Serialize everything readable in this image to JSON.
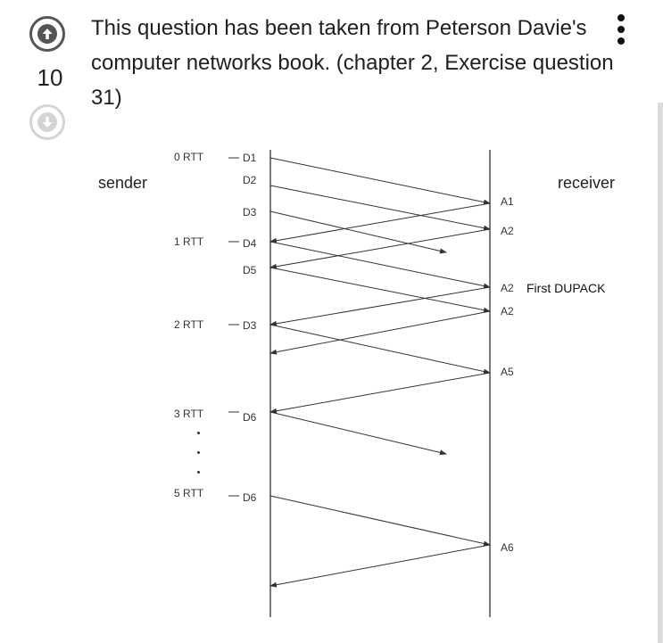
{
  "vote": {
    "count": "10",
    "up_icon": "arrow-up-icon",
    "down_icon": "arrow-down-icon"
  },
  "question": {
    "text": "This question has been taken from Peterson Davie's computer networks book. (chapter 2, Exercise question 31)"
  },
  "menu": {
    "icon": "more-vertical-icon"
  },
  "diagram": {
    "sender_label": "sender",
    "receiver_label": "receiver",
    "rtt_labels": [
      "0 RTT",
      "1 RTT",
      "2 RTT",
      "3 RTT",
      "5 RTT"
    ],
    "segment_labels": [
      "D1",
      "D2",
      "D3",
      "D4",
      "D5",
      "D3",
      "D6",
      "D6"
    ],
    "ack_labels": [
      "A1",
      "A2",
      "A2",
      "A2",
      "A5",
      "A6"
    ],
    "dupack_annotation": "First DUPACK"
  }
}
